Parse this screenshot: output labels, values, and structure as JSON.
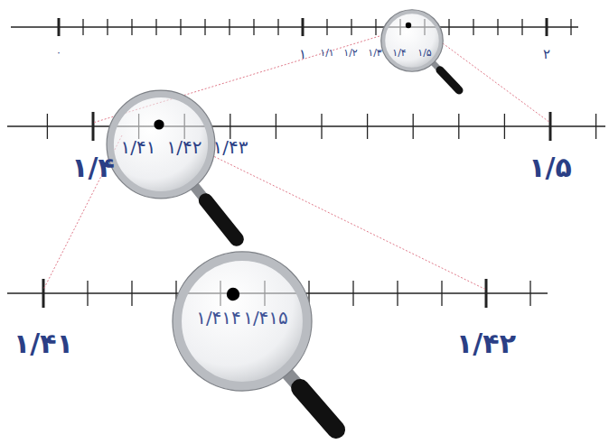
{
  "diagram": {
    "labels": [
      "۰",
      "۱",
      "۱/۱",
      "۱/۲",
      "۱/۳",
      "۱/۴",
      "۱/۵",
      "۲",
      "۱/۴",
      "۱/۴۱",
      "۱/۴۲",
      "۱/۴۳",
      "۱/۵",
      "۱/۴۱",
      "۱/۴۲",
      "۱/۴۱۴",
      "۱/۴۱۵"
    ]
  }
}
